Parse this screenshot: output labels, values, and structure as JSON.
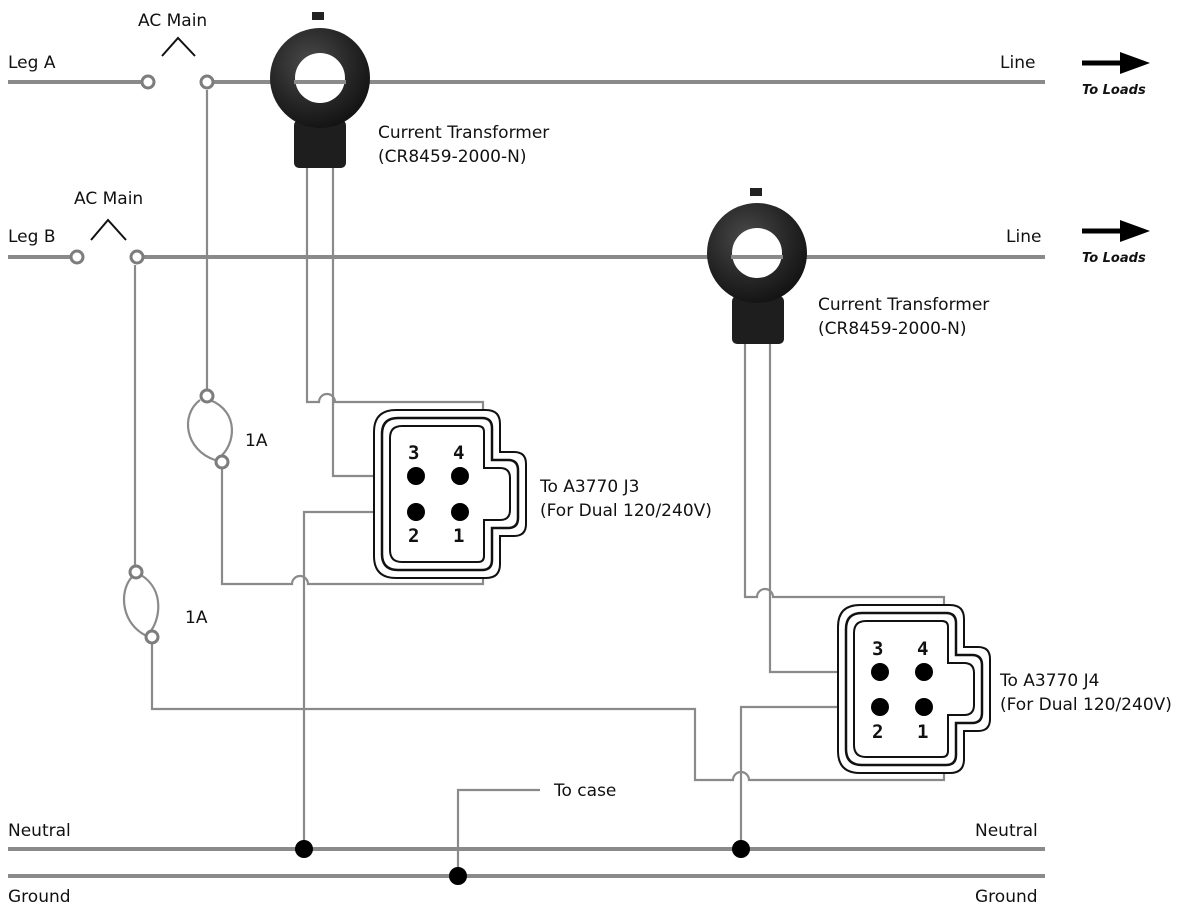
{
  "labels": {
    "leg_a": "Leg A",
    "leg_b": "Leg B",
    "ac_main_a": "AC Main",
    "ac_main_b": "AC Main",
    "line_a": "Line",
    "line_b": "Line",
    "to_loads_a": "To Loads",
    "to_loads_b": "To Loads",
    "ct1_name": "Current Transformer",
    "ct1_part": "(CR8459-2000-N)",
    "ct2_name": "Current Transformer",
    "ct2_part": "(CR8459-2000-N)",
    "fuse1": "1A",
    "fuse2": "1A",
    "conn1_line1": "To A3770 J3",
    "conn1_line2": "(For Dual 120/240V)",
    "conn2_line1": "To A3770 J4",
    "conn2_line2": "(For Dual 120/240V)",
    "to_case": "To case",
    "neutral_left": "Neutral",
    "neutral_right": "Neutral",
    "ground_left": "Ground",
    "ground_right": "Ground"
  },
  "connector_pins": [
    "3",
    "4",
    "2",
    "1"
  ]
}
